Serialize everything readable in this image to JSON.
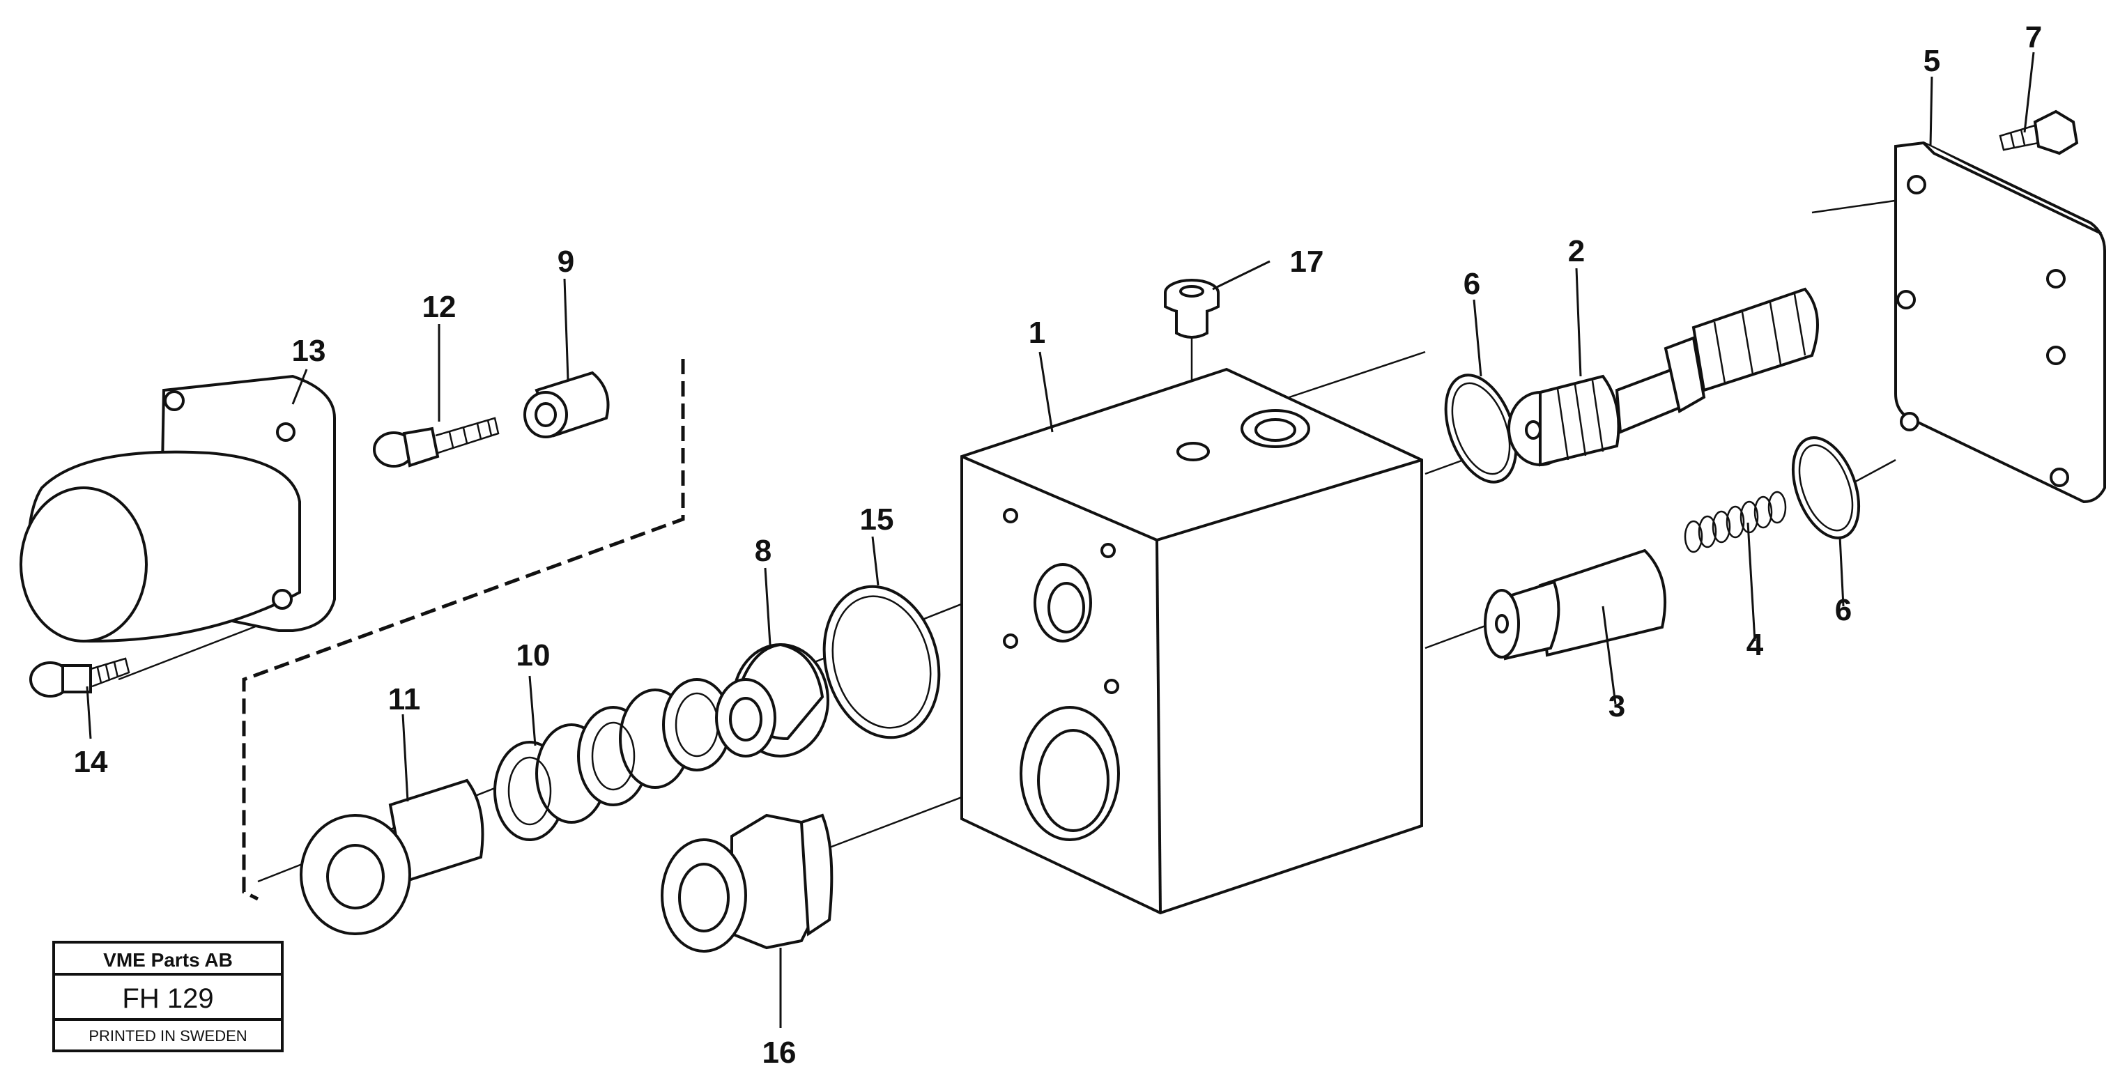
{
  "title_block": {
    "company": "VME Parts AB",
    "code": "FH 129",
    "footer": "PRINTED IN SWEDEN"
  },
  "callouts": [
    "1",
    "2",
    "3",
    "4",
    "5",
    "6",
    "6",
    "7",
    "8",
    "9",
    "10",
    "11",
    "12",
    "13",
    "14",
    "15",
    "16",
    "17"
  ]
}
